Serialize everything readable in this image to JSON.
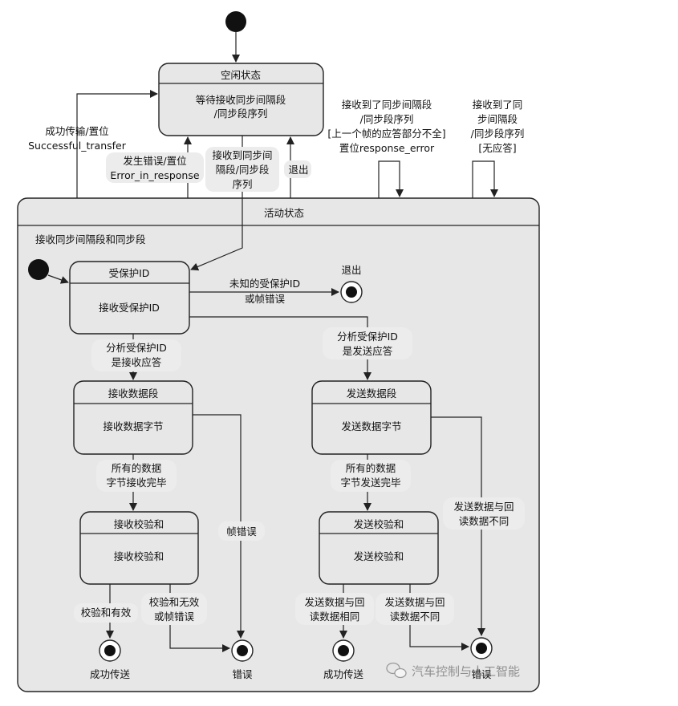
{
  "states": {
    "idle": {
      "title": "空闲状态",
      "body": [
        "等待接收同步间隔段",
        "/同步段序列"
      ]
    },
    "active": {
      "title": "活动状态",
      "region": "接收同步间隔段和同步段"
    },
    "protected_id": {
      "title": "受保护ID",
      "body": [
        "接收受保护ID"
      ]
    },
    "rx_data": {
      "title": "接收数据段",
      "body": [
        "接收数据字节"
      ]
    },
    "rx_checksum": {
      "title": "接收校验和",
      "body": [
        "接收校验和"
      ]
    },
    "tx_data": {
      "title": "发送数据段",
      "body": [
        "发送数据字节"
      ]
    },
    "tx_checksum": {
      "title": "发送校验和",
      "body": [
        "发送校验和"
      ]
    }
  },
  "finals": {
    "exit": "退出",
    "success_rx": "成功传送",
    "error_rx": "错误",
    "success_tx": "成功传送",
    "error_tx": "错误"
  },
  "transitions": {
    "success_transfer": [
      "成功传输/置位",
      "Successful_transfer"
    ],
    "error_in_response": [
      "发生错误/置位",
      "Error_in_response"
    ],
    "recv_sync": [
      "接收到同步间",
      "隔段/同步段",
      "序列"
    ],
    "exit": [
      "退出"
    ],
    "self_loop_1": [
      "接收到了同步间隔段",
      "/同步段序列",
      "[上一个帧的应答部分不全]",
      "置位response_error"
    ],
    "self_loop_2": [
      "接收到了同",
      "步间隔段",
      "/同步段序列",
      "[无应答]"
    ],
    "unknown_id": [
      "未知的受保护ID",
      "或帧错误"
    ],
    "analyze_send": [
      "分析受保护ID",
      "是发送应答"
    ],
    "analyze_recv": [
      "分析受保护ID",
      "是接收应答"
    ],
    "rx_complete": [
      "所有的数据",
      "字节接收完毕"
    ],
    "tx_complete": [
      "所有的数据",
      "字节发送完毕"
    ],
    "frame_error": [
      "帧错误"
    ],
    "tx_mismatch_1": [
      "发送数据与回",
      "读数据不同"
    ],
    "checksum_valid": [
      "校验和有效"
    ],
    "checksum_invalid": [
      "校验和无效",
      "或帧错误"
    ],
    "tx_match": [
      "发送数据与回",
      "读数据相同"
    ],
    "tx_mismatch_2": [
      "发送数据与回",
      "读数据不同"
    ]
  },
  "watermark": "汽车控制与人工智能"
}
